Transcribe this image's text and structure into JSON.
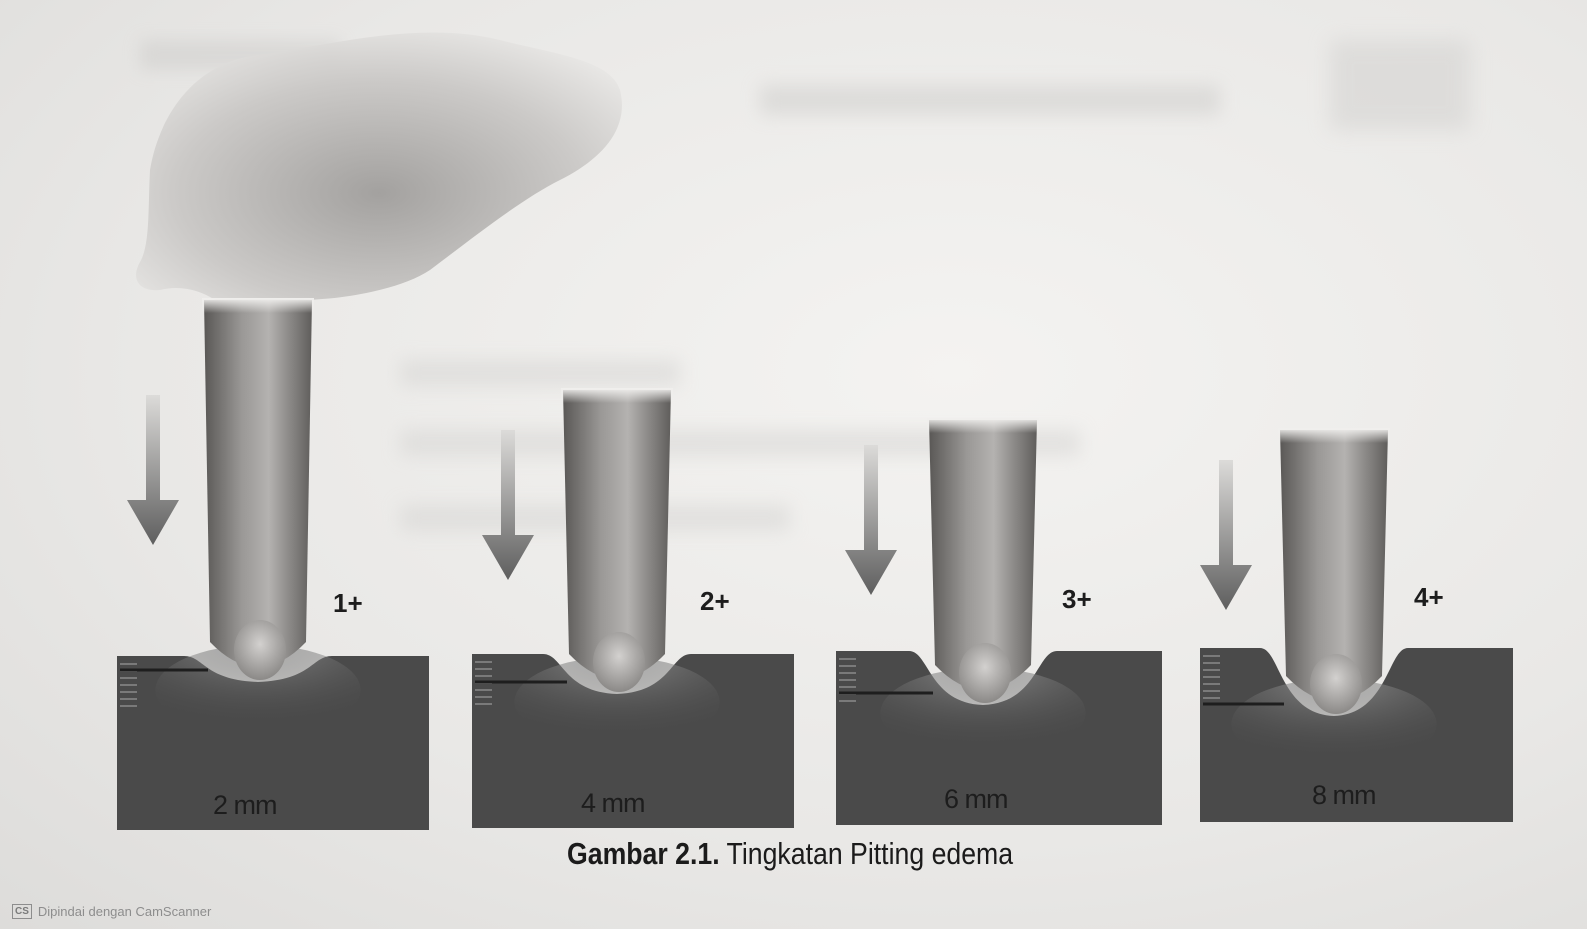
{
  "figure": {
    "stages": [
      {
        "grade": "1+",
        "depth": "2 mm",
        "depth_mm": 2
      },
      {
        "grade": "2+",
        "depth": "4 mm",
        "depth_mm": 4
      },
      {
        "grade": "3+",
        "depth": "6 mm",
        "depth_mm": 6
      },
      {
        "grade": "4+",
        "depth": "8 mm",
        "depth_mm": 8
      }
    ],
    "caption_number": "Gambar 2.1.",
    "caption_text": " Tingkatan Pitting edema"
  },
  "footer": {
    "logo": "CS",
    "text": "Dipindai dengan CamScanner"
  },
  "colors": {
    "tissue": "#4a4a4a",
    "finger": "#8a8886",
    "arrow": "#6e6e6e",
    "background": "#ececeb"
  }
}
